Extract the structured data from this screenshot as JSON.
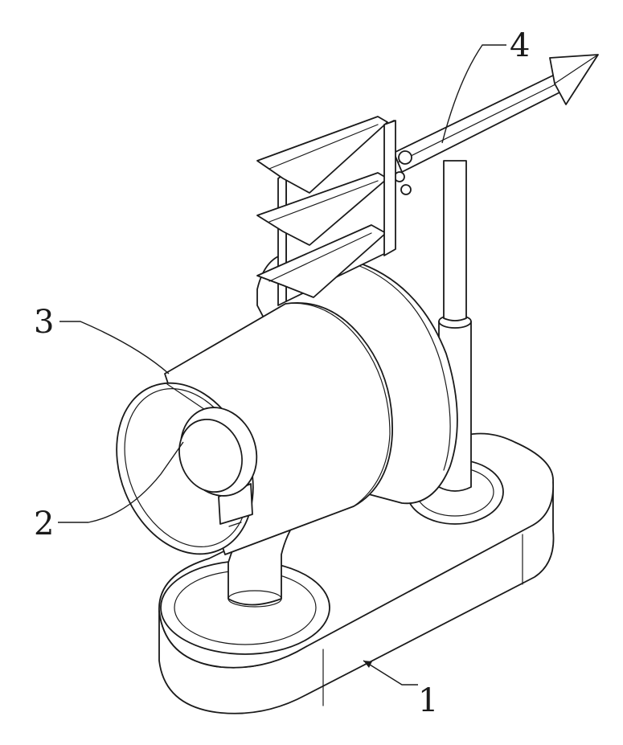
{
  "figure": {
    "labels": [
      {
        "id": "base",
        "text": "1"
      },
      {
        "id": "camera-lens",
        "text": "2"
      },
      {
        "id": "hood",
        "text": "3"
      },
      {
        "id": "wind-vane",
        "text": "4"
      }
    ],
    "colors": {
      "stroke": "#1a1a1a",
      "background": "#ffffff"
    }
  }
}
